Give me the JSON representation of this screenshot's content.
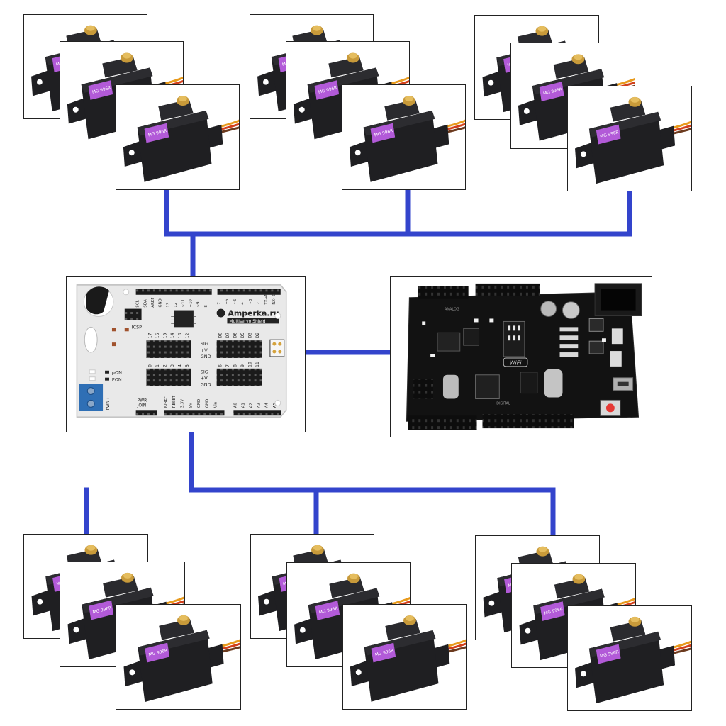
{
  "colors": {
    "wire": "#3344cc",
    "servo_body": "#1f1f22",
    "servo_label": "#b25ad8",
    "shield_board": "#e9e9e9",
    "mcu_board": "#121212",
    "terminal_block": "#2f6fb5",
    "reset_button": "#e53935"
  },
  "servo": {
    "label": "MG 996R",
    "icon": "servo-motor-icon"
  },
  "shield": {
    "brand": "Amperka.ru",
    "product": "Multiservo Shield",
    "icsp": "ICSP",
    "led_on": "µON",
    "led_pon": "PON",
    "pwr": "PWR +",
    "pwr_minus": "–",
    "pwr_join_1": "PWR",
    "pwr_join_2": "JOIN",
    "header_top_left": [
      "SCL",
      "SDA",
      "AREF",
      "GND",
      "13",
      "12",
      "~11",
      "~10",
      "~9",
      "8"
    ],
    "header_top_right": [
      "7",
      "~6",
      "~5",
      "4",
      "~3",
      "2",
      "TX→1",
      "RX←0"
    ],
    "servo_numbers_top": [
      "17",
      "16",
      "15",
      "14",
      "13",
      "12"
    ],
    "servo_numbers_top_right": [
      "D8",
      "D7",
      "D6",
      "D5",
      "D3",
      "D2"
    ],
    "servo_numbers_bottom": [
      "0",
      "1",
      "2",
      "3",
      "4",
      "5"
    ],
    "servo_numbers_bottom_right": [
      "6",
      "7",
      "8",
      "9",
      "10",
      "11"
    ],
    "sig_labels": [
      "SIG",
      "+V",
      "GND"
    ],
    "power_header": [
      "IOREF",
      "RESET",
      "3.3V",
      "5V",
      "GND",
      "GND",
      "Vin"
    ],
    "analog_header": [
      "A0",
      "A1",
      "A2",
      "A3",
      "A4",
      "A5"
    ]
  },
  "mcu": {
    "wifi_label": "WiFi",
    "analog_label": "ANALOG",
    "digital_label": "DIGITAL"
  }
}
